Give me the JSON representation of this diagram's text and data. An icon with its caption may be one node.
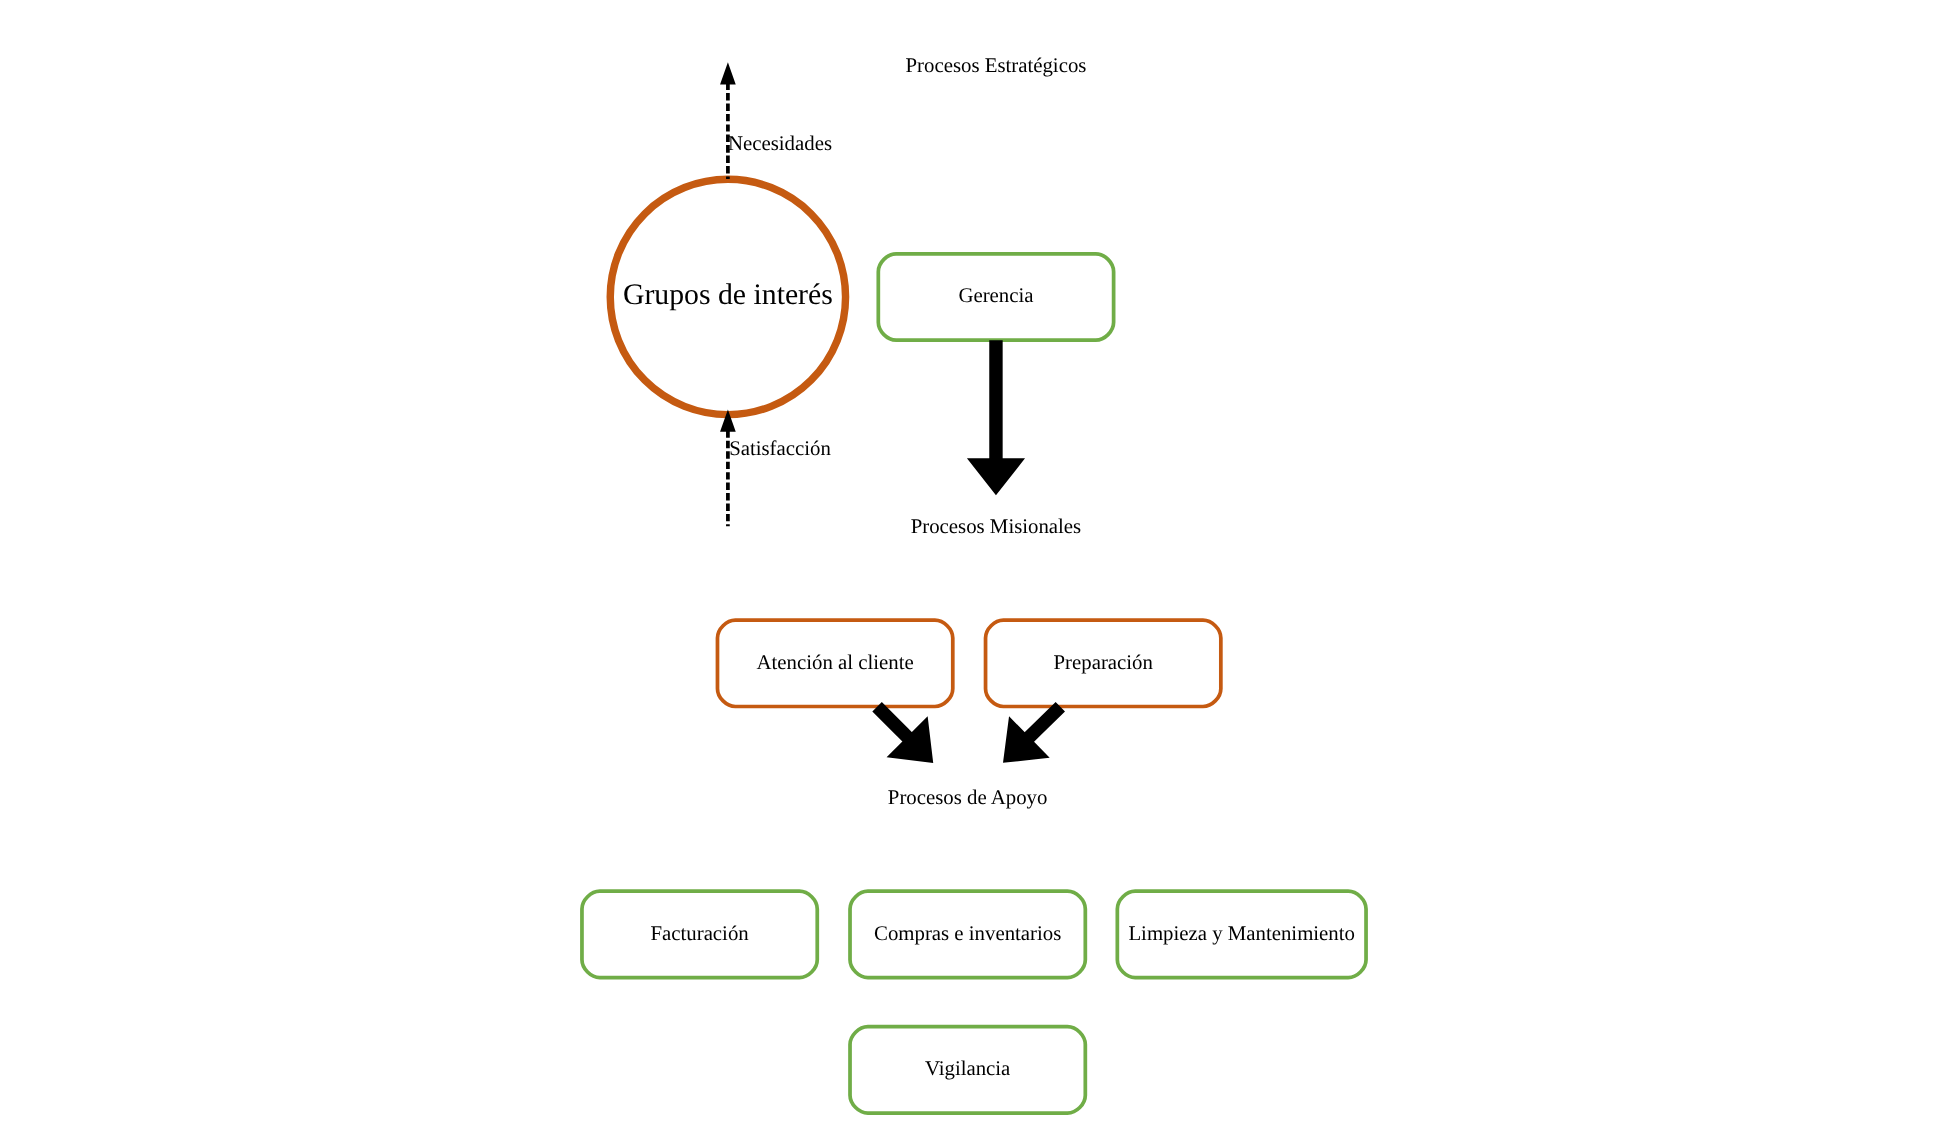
{
  "diagram": {
    "nodes": [
      {
        "text": [
          "Grupos de interés"
        ]
      },
      {
        "text": [
          "Procesos Estratégicos"
        ]
      },
      {
        "text": [
          "Gerencia"
        ]
      },
      {
        "text": [
          "Procesos Misionales"
        ]
      },
      {
        "text": [
          "Atención al cliente"
        ]
      },
      {
        "text": [
          "Preparación"
        ]
      },
      {
        "text": [
          "Procesos de Apoyo"
        ]
      },
      {
        "text": [
          "Facturación"
        ]
      },
      {
        "text": [
          "Compras e inventarios"
        ]
      },
      {
        "text": [
          "Limpieza y Mantenimiento"
        ]
      },
      {
        "text": [
          "Vigilancia"
        ]
      }
    ],
    "edges": [
      {
        "from": 0,
        "to": null,
        "arrow": "to",
        "label": "Necesidades",
        "style": "dashed"
      },
      {
        "from": null,
        "to": 0,
        "arrow": "to",
        "label": "Satisfacción",
        "style": "dashed"
      },
      {
        "from": 2,
        "to": 3,
        "arrow": "to"
      },
      {
        "from": 4,
        "to": 6,
        "arrow": "to"
      },
      {
        "from": 5,
        "to": 6,
        "arrow": "to"
      }
    ]
  }
}
